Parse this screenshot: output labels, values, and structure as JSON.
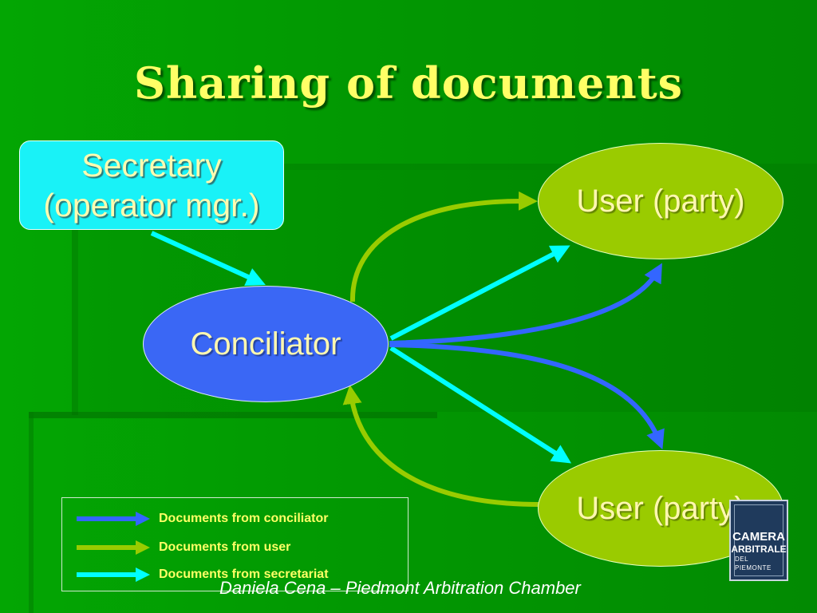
{
  "slide": {
    "title": "Sharing of documents",
    "footer": "Daniela Cena – Piedmont Arbitration Chamber"
  },
  "nodes": {
    "secretary": {
      "line1": "Secretary",
      "line2": "(operator mgr.)"
    },
    "conciliator": {
      "label": "Conciliator"
    },
    "user_top": {
      "label": "User (party)"
    },
    "user_bottom": {
      "label": "User (party)"
    }
  },
  "legend": {
    "items": [
      {
        "label": "Documents from conciliator",
        "color": "#3366ff"
      },
      {
        "label": "Documents from user",
        "color": "#99cc00"
      },
      {
        "label": "Documents from secretariat",
        "color": "#00ffff"
      }
    ]
  },
  "logo": {
    "line1": "CAMERA",
    "line2": "ARBITRALE",
    "line3": "DEL PIEMONTE"
  },
  "colors": {
    "background": "#029902",
    "title": "#ffff66",
    "conciliator_arrow": "#3366ff",
    "user_arrow": "#99cc00",
    "secretariat_arrow": "#00ffff"
  }
}
